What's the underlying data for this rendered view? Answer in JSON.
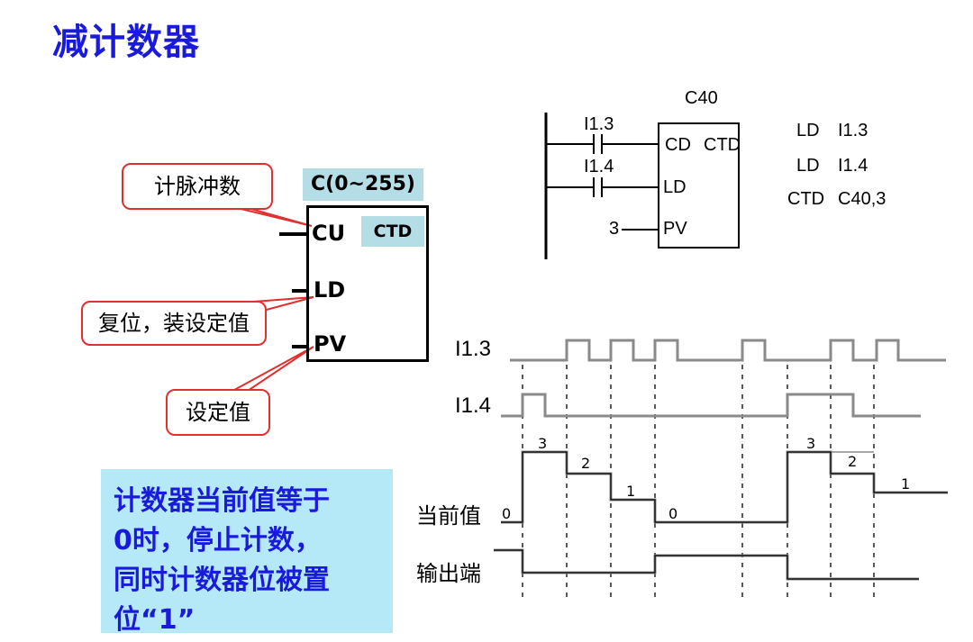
{
  "title": "减计数器",
  "block": {
    "range": "C(0~255)",
    "type": "CTD",
    "pins": [
      "CU",
      "LD",
      "PV"
    ]
  },
  "callouts": {
    "cu": "计脉冲数",
    "ld": "复位，装设定值",
    "pv": "设定值"
  },
  "note": {
    "lines": [
      "计数器当前值等于",
      "0时，停止计数，",
      "同时计数器位被置",
      "位“1”"
    ]
  },
  "ladder": {
    "counter": "C40",
    "contact1": "I1.3",
    "contact2": "I1.4",
    "pin_cd": "CD",
    "pin_type": "CTD",
    "pin_ld": "LD",
    "pin_pv": "PV",
    "pv_value": "3"
  },
  "instructions": [
    {
      "op": "LD",
      "arg": "I1.3"
    },
    {
      "op": "LD",
      "arg": "I1.4"
    },
    {
      "op": "CTD",
      "arg": "C40,3"
    }
  ],
  "timing": {
    "signal1": "I1.3",
    "signal2": "I1.4",
    "current_label": "当前值",
    "output_label": "输出端",
    "values": [
      "0",
      "3",
      "2",
      "1",
      "0",
      "3",
      "2",
      "1"
    ]
  },
  "colors": {
    "title": "#1a1adc",
    "accent_fill": "#b4dde6",
    "note_fill": "#b6e9f7",
    "callout_border": "#e03030"
  }
}
